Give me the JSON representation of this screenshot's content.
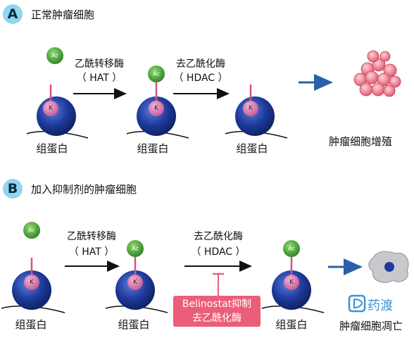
{
  "panel_a": {
    "badge": "A",
    "title": "正常肿瘤细胞",
    "step1": {
      "name": "乙酰转移酶",
      "abbr": "（ HAT ）"
    },
    "step2": {
      "name": "去乙酰化酶",
      "abbr": "（ HDAC ）"
    },
    "protein_label": "组蛋白",
    "outcome": "肿瘤细胞增殖"
  },
  "panel_b": {
    "badge": "B",
    "title": "加入抑制剂的肿瘤细胞",
    "step1": {
      "name": "乙酰转移酶",
      "abbr": "（ HAT ）"
    },
    "step2": {
      "name": "去乙酰化酶",
      "abbr": "（ HDAC ）"
    },
    "protein_label": "组蛋白",
    "inhibitor": {
      "line1": "Belinostat抑制",
      "line2": "去乙酰化酶"
    },
    "outcome": "肿瘤细胞凋亡"
  },
  "marks": {
    "acetyl": "Ac",
    "lysine": "K"
  },
  "logo": {
    "text": "药渡"
  },
  "colors": {
    "histone": "#1e3a9a",
    "acetyl": "#3a9a2e",
    "lysine": "#d86aa6",
    "arrow": "#2b5fa8",
    "inhibitor": "#ea5e7a",
    "tumor": "#f17b8c",
    "badge": "#8fd6ee"
  }
}
